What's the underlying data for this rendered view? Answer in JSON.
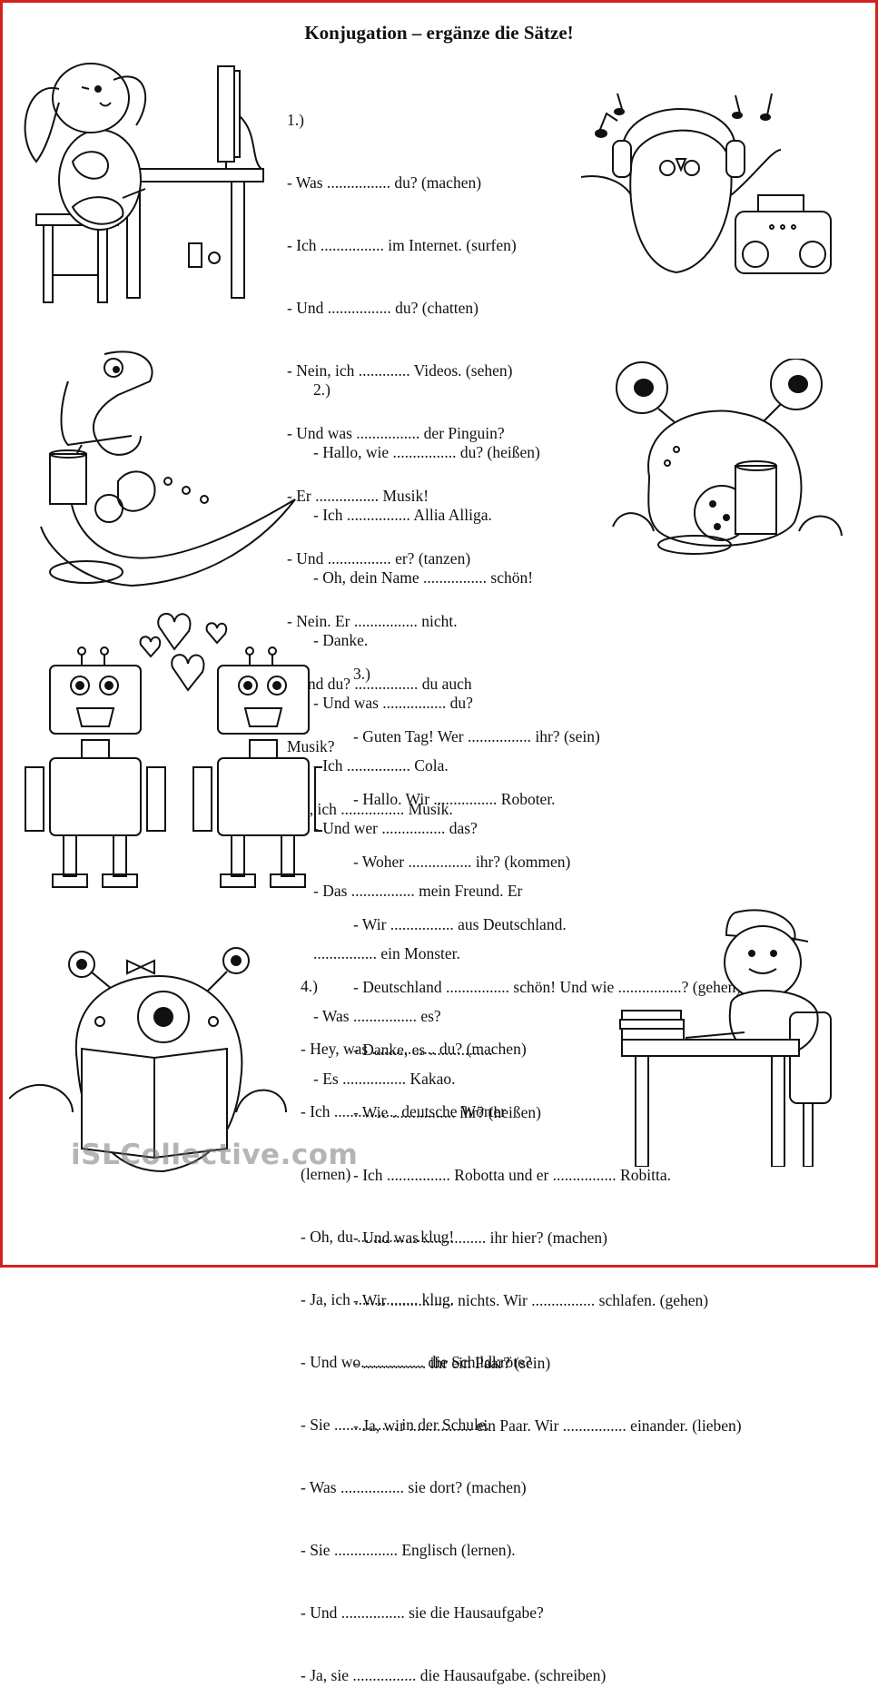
{
  "title": "Konjugation – ergänze die Sätze!",
  "sections": [
    {
      "number": "1.)",
      "lines": [
        "- Was ................ du? (machen)",
        "- Ich ................ im Internet. (surfen)",
        "- Und ................ du? (chatten)",
        "- Nein, ich ............. Videos. (sehen)",
        "- Und was ................ der Pinguin?",
        "- Er ................ Musik!",
        "- Und ................ er? (tanzen)",
        "- Nein. Er ................ nicht.",
        "- Und du? ................ du auch",
        "Musik?",
        "- Ja, ich ................ Musik."
      ]
    },
    {
      "number": "2.)",
      "lines": [
        "- Hallo, wie ................ du? (heißen)",
        "- Ich ................ Allia Alliga.",
        "- Oh, dein Name ................ schön!",
        "- Danke.",
        "- Und was ................ du?",
        "- Ich ................ Cola.",
        "- Und wer ................ das?",
        "- Das ................ mein Freund. Er",
        "................ ein Monster.",
        "- Was ................ es?",
        "- Es ................ Kakao."
      ]
    },
    {
      "number": "3.)",
      "lines": [
        "- Guten Tag! Wer ................ ihr? (sein)",
        "- Hallo. Wir ................ Roboter.",
        "- Woher ................ ihr? (kommen)",
        "- Wir ................ aus Deutschland.",
        "- Deutschland ................ schön! Und wie ................? (gehen)",
        "- Danke, es ................",
        "- Wie ................ ihr? (heißen)",
        "- Ich ................ Robotta und er ................ Robitta.",
        "- Und was ................ ihr hier? (machen)",
        "- Wir ................ nichts. Wir ................ schlafen. (gehen)",
        "- ................ ihr ein Paar? (sein)",
        "- Ja, wir ................ ein Paar. Wir ................ einander. (lieben)"
      ]
    },
    {
      "number": "4.)",
      "lines": [
        "- Hey, was ................ du? (machen)",
        "- Ich ................ deutsche Wörter",
        "(lernen)",
        "- Oh, du ................klug!",
        "- Ja, ich ................ klug.",
        "- Und wo................ die Schildkröte?",
        "- Sie ................ in der Schule.",
        "- Was ................ sie dort? (machen)",
        "- Sie ................ Englisch (lernen).",
        "- Und ................ sie die Hausaufgabe?",
        "- Ja, sie ................ die Hausaufgabe. (schreiben)"
      ]
    }
  ],
  "watermark": "iSLCollective.com",
  "footer": "",
  "illustrations": {
    "bunny": "bunny-at-computer-illustration",
    "penguin": "penguin-with-headphones-illustration",
    "crocodile": "crocodile-drinking-illustration",
    "monster": "monster-with-cookie-illustration",
    "robots": "two-robots-with-hearts-illustration",
    "reading_monster": "reading-monster-illustration",
    "turtle": "turtle-at-desk-illustration"
  }
}
